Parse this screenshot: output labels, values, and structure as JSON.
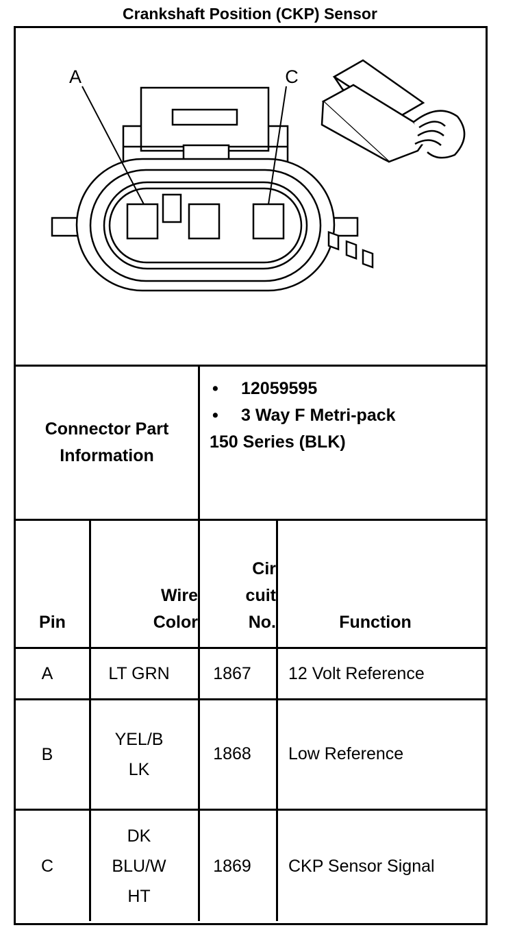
{
  "title": "Crankshaft Position (CKP) Sensor",
  "diagram": {
    "label_a": "A",
    "label_c": "C"
  },
  "connector": {
    "label_line1": "Connector Part",
    "label_line2": "Information",
    "bullet": "•",
    "part_number": "12059595",
    "type_line1": "3 Way F Metri-pack",
    "type_line2": "150 Series (BLK)"
  },
  "table": {
    "headers": {
      "pin": "Pin",
      "wire_color_line1": "Wire",
      "wire_color_line2": "Color",
      "circuit_line1": "Cir",
      "circuit_line2": "cuit",
      "circuit_line3": "No.",
      "function": "Function"
    },
    "rows": [
      {
        "pin": "A",
        "color_lines": [
          "LT GRN"
        ],
        "circuit": "1867",
        "function": "12 Volt Reference"
      },
      {
        "pin": "B",
        "color_lines": [
          "YEL/B",
          "LK"
        ],
        "circuit": "1868",
        "function": "Low Reference"
      },
      {
        "pin": "C",
        "color_lines": [
          "DK",
          "BLU/W",
          "HT"
        ],
        "circuit": "1869",
        "function": "CKP Sensor Signal"
      }
    ]
  }
}
